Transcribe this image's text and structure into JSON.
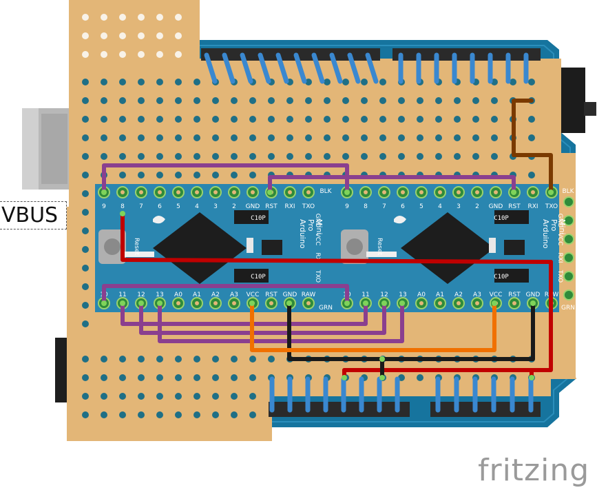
{
  "label_vbus": "VBUS",
  "logo": "fritzing",
  "board_left": {
    "top_labels": [
      "9",
      "8",
      "7",
      "6",
      "5",
      "4",
      "3",
      "2",
      "GND",
      "RST",
      "RXI",
      "TXO"
    ],
    "bottom_labels": [
      "10",
      "11",
      "12",
      "13",
      "A0",
      "A1",
      "A2",
      "A3",
      "VCC",
      "RST",
      "GND",
      "RAW"
    ],
    "side_top": "BLK",
    "side_bottom": "GRN",
    "side_column": [
      "GND",
      "VCC",
      "RXI",
      "TXO"
    ],
    "board_text": [
      "Arduino",
      "Pro",
      "Mini"
    ],
    "reset_label": "Reset",
    "chip_labels": [
      "C10P",
      "C10P"
    ]
  },
  "board_right": {
    "top_labels": [
      "9",
      "8",
      "7",
      "6",
      "5",
      "4",
      "3",
      "2",
      "GND",
      "RST",
      "RXI",
      "TXO"
    ],
    "bottom_labels": [
      "10",
      "11",
      "12",
      "13",
      "A0",
      "A1",
      "A2",
      "A3",
      "VCC",
      "RST",
      "GND",
      "RAW"
    ],
    "side_top": "BLK",
    "side_bottom": "GRN",
    "side_column": [
      "GND",
      "VCC",
      "RXI",
      "TXO"
    ],
    "board_text": [
      "Arduino",
      "Pro",
      "Mini"
    ],
    "reset_label": "Reset",
    "chip_labels": [
      "C10P",
      "C10P"
    ]
  },
  "colors": {
    "perfboard": "#e3b677",
    "shield": "#16749e",
    "pro_mini": "#2a86b0",
    "wire_blue": "#3a88d0",
    "wire_purple": "#8a3f8f",
    "wire_red": "#c00000",
    "wire_black": "#1a1a1a",
    "wire_orange": "#f07000",
    "wire_brown": "#7a3a00",
    "header": "#2a2a2a"
  }
}
